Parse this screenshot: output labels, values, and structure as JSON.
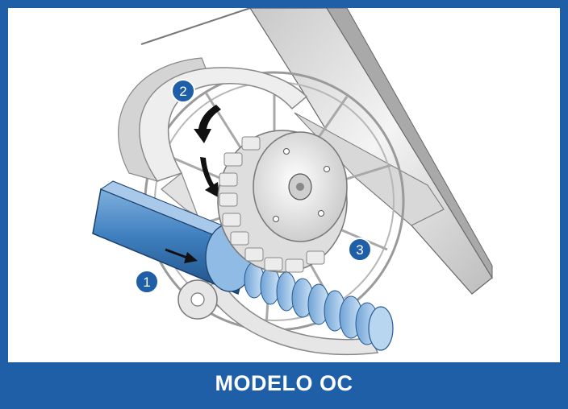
{
  "caption": {
    "title": "MODELO OC"
  },
  "markers": [
    {
      "number": "1",
      "label": "conveyor-belt"
    },
    {
      "number": "2",
      "label": "outer-guide-rail"
    },
    {
      "number": "3",
      "label": "spoked-wheel"
    }
  ],
  "colors": {
    "frame": "#1f5fa8",
    "belt": "#3f7fbf",
    "disc": "#9fc4e8",
    "marker": "#1f5fa8",
    "metal": "#dcdcdc"
  }
}
